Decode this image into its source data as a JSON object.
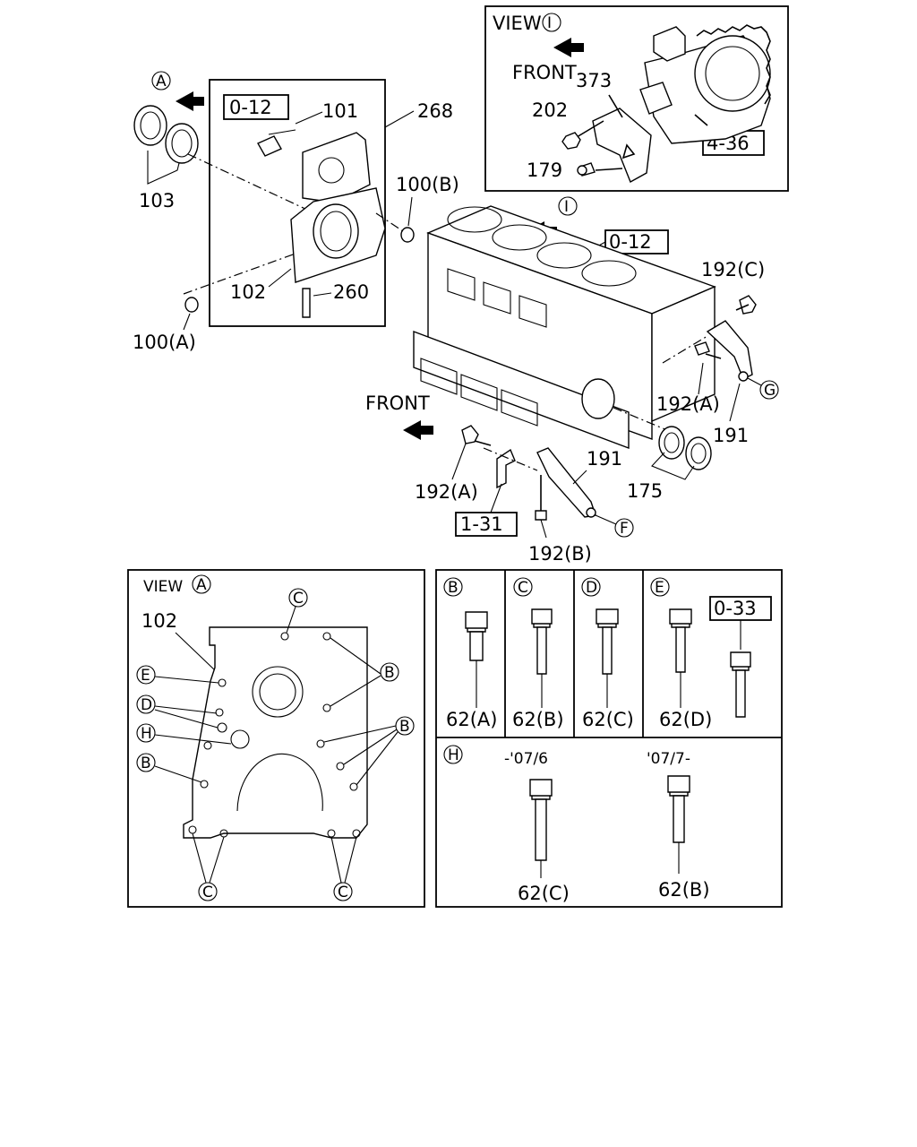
{
  "top": {
    "view_i": {
      "title": "VIEW",
      "marker": "I",
      "front": "FRONT",
      "parts": [
        "373",
        "202",
        "179"
      ],
      "ref": "4-36"
    },
    "cover_group": {
      "ref": "0-12",
      "parts": [
        "101",
        "268",
        "103",
        "102",
        "260",
        "100(A)",
        "100(B)"
      ],
      "marker": "A"
    },
    "block": {
      "ref": "0-12",
      "marker": "I",
      "front": "FRONT",
      "parts": [
        "192(C)",
        "192(A)",
        "191",
        "175",
        "192(A)",
        "191",
        "192(B)"
      ],
      "ref2": "1-31",
      "markers": [
        "G",
        "F"
      ]
    }
  },
  "view_a": {
    "title": "VIEW",
    "marker": "A",
    "part": "102",
    "callouts": [
      "C",
      "E",
      "D",
      "H",
      "B",
      "B",
      "B",
      "C",
      "C"
    ]
  },
  "bolts": {
    "cells": [
      {
        "marker": "B",
        "part": "62(A)"
      },
      {
        "marker": "C",
        "part": "62(B)"
      },
      {
        "marker": "D",
        "part": "62(C)"
      },
      {
        "marker": "E",
        "part": "62(D)",
        "ref": "0-33"
      }
    ],
    "h_cell": {
      "marker": "H",
      "left_date": "-'07/6",
      "left_part": "62(C)",
      "right_date": "'07/7-",
      "right_part": "62(B)"
    }
  }
}
